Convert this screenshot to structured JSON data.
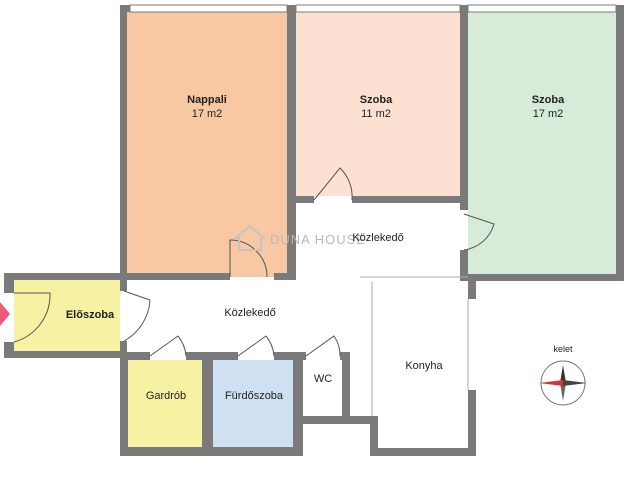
{
  "watermark": {
    "brand": "DUNA HOUSE"
  },
  "compass": {
    "label": "kelet"
  },
  "colors": {
    "nappali": "#f7c8a1",
    "szoba_middle": "#fce0d2",
    "szoba_right": "#d6ecd8",
    "eloszoba": "#f7f1a3",
    "gardrob": "#f7f1a3",
    "furdoszoba": "#cfe0f2",
    "wall": "#7a7a7a",
    "entry_arrow": "#ec5a78"
  },
  "rooms": {
    "nappali": {
      "name": "Nappali",
      "area": "17 m2"
    },
    "szoba_middle": {
      "name": "Szoba",
      "area": "11 m2"
    },
    "szoba_right": {
      "name": "Szoba",
      "area": "17 m2"
    },
    "kozlekedo_upper": {
      "name": "Közlekedő"
    },
    "kozlekedo_lower": {
      "name": "Közlekedő"
    },
    "eloszoba": {
      "name": "Előszoba"
    },
    "gardrob": {
      "name": "Gardrób"
    },
    "furdoszoba": {
      "name": "Fürdőszoba"
    },
    "wc": {
      "name": "WC"
    },
    "konyha": {
      "name": "Konyha"
    }
  }
}
